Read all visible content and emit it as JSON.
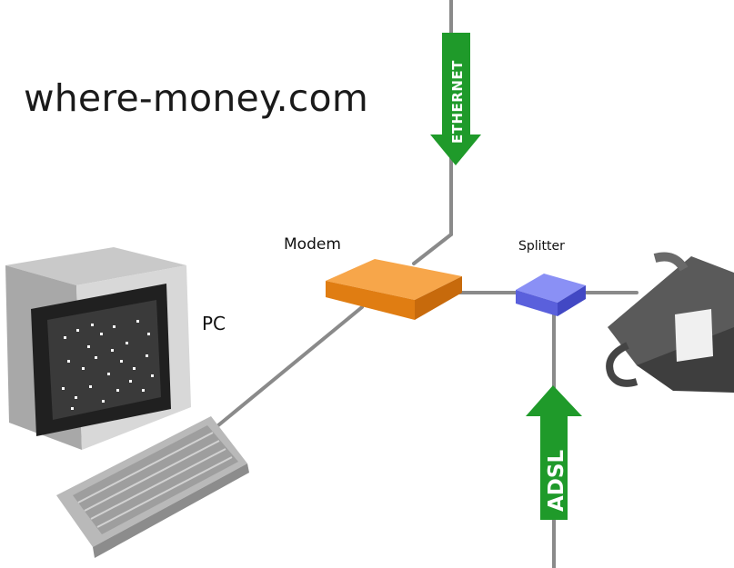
{
  "site_label": "where-money.com",
  "devices": {
    "modem": "Modem",
    "pc": "PC",
    "splitter": "Splitter"
  },
  "arrows": {
    "ethernet": "ETHERNET",
    "adsl": "ADSL"
  },
  "colors": {
    "arrow": "#1f9a2a",
    "modem": "#f28c1e",
    "splitter": "#6b72ee",
    "cable": "#8a8a8a"
  }
}
